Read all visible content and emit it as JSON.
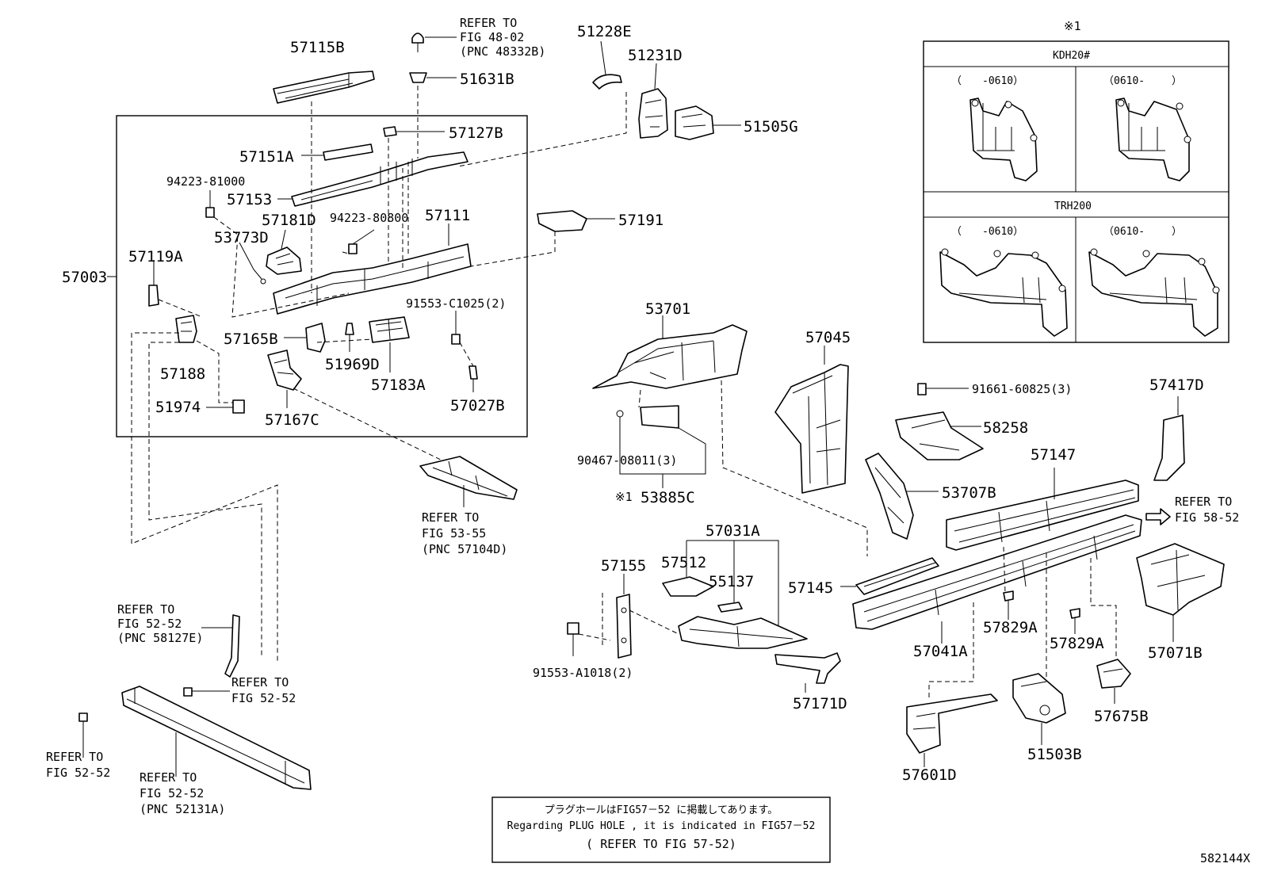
{
  "diagram_code": "582144X",
  "parts": {
    "p57115B": "57115B",
    "p57003": "57003",
    "p57127B": "57127B",
    "p57151A": "57151A",
    "p94223_81000": "94223-81000",
    "p57153": "57153",
    "p57181D": "57181D",
    "p94223_80800": "94223-80800",
    "p57111": "57111",
    "p53773D": "53773D",
    "p57119A": "57119A",
    "p91553_C1025": "91553-C1025(2)",
    "p57165B": "57165B",
    "p57188": "57188",
    "p51969D": "51969D",
    "p57183A": "57183A",
    "p51974": "51974",
    "p57167C": "57167C",
    "p57027B": "57027B",
    "p51631B": "51631B",
    "p51228E": "51228E",
    "p51231D": "51231D",
    "p51505G": "51505G",
    "p57191": "57191",
    "p53701": "53701",
    "p57045": "57045",
    "p90467_08011": "90467-08011(3)",
    "p53885C": "53885C",
    "p91661_60825": "91661-60825(3)",
    "p58258": "58258",
    "p57417D": "57417D",
    "p57147": "57147",
    "p53707B": "53707B",
    "p57031A": "57031A",
    "p57155": "57155",
    "p57512": "57512",
    "p55137": "55137",
    "p57145": "57145",
    "p57041A": "57041A",
    "p57829A_1": "57829A",
    "p57829A_2": "57829A",
    "p57071B": "57071B",
    "p91553_A1018": "91553-A1018(2)",
    "p57171D": "57171D",
    "p57675B": "57675B",
    "p57601D": "57601D",
    "p51503B": "51503B"
  },
  "refs": {
    "fig48": [
      "REFER TO",
      "FIG 48-02",
      "(PNC 48332B)"
    ],
    "fig53": [
      "REFER TO",
      "FIG 53-55",
      "(PNC 57104D)"
    ],
    "fig52_a": [
      "REFER TO",
      "FIG 52-52",
      "(PNC 58127E)"
    ],
    "fig52_b": [
      "REFER TO",
      "FIG 52-52"
    ],
    "fig52_c": [
      "REFER TO",
      "FIG 52-52"
    ],
    "fig52_d": [
      "REFER TO",
      "FIG 52-52",
      "(PNC 52131A)"
    ],
    "fig58": [
      "REFER TO",
      "FIG 58-52"
    ]
  },
  "asterisk_mark": "※1",
  "asterisk_prefix": "※1",
  "inset": {
    "top_group": "KDH20#",
    "bottom_group": "TRH200",
    "range_before": "（　　-0610）",
    "range_after": "（0610-　　 ）"
  },
  "note": {
    "japanese": "プラグホールはFIG57－52 に掲載してあります。",
    "english": "Regarding PLUG HOLE , it is indicated in FIG57－52",
    "refer": "( REFER TO FIG 57-52)"
  }
}
